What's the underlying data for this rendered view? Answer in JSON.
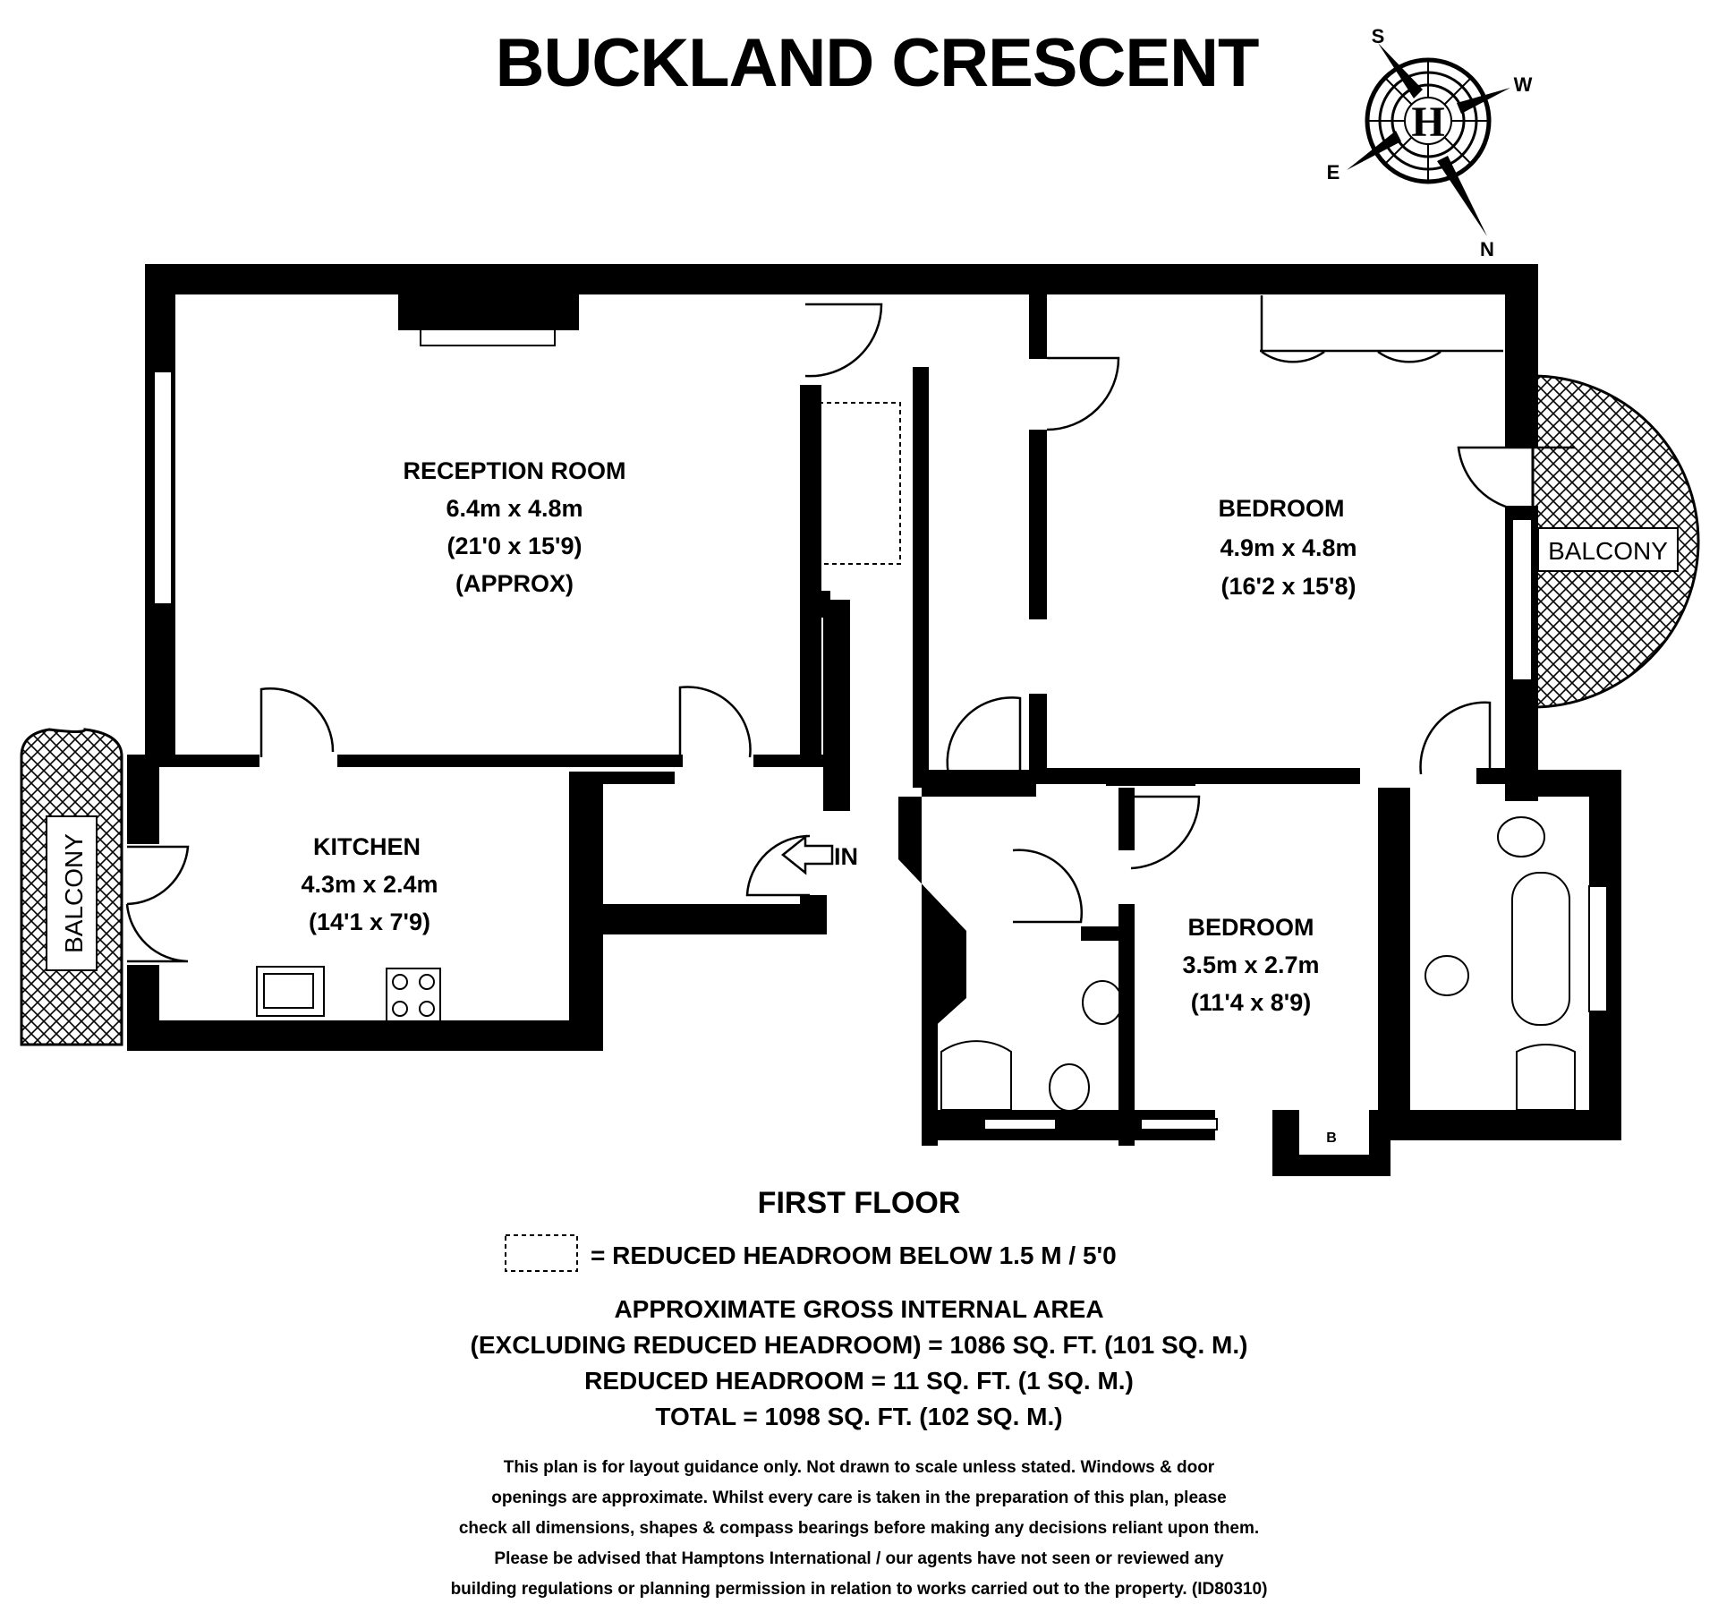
{
  "title": "BUCKLAND CRESCENT",
  "compass": {
    "s": "S",
    "w": "W",
    "e": "E",
    "n": "N",
    "logo": "H"
  },
  "rooms": {
    "reception": {
      "name": "RECEPTION ROOM",
      "metric": "6.4m x 4.8m",
      "imperial": "(21'0 x 15'9)",
      "note": "(APPROX)"
    },
    "bedroom1": {
      "name": "BEDROOM",
      "metric": "4.9m x 4.8m",
      "imperial": "(16'2 x 15'8)"
    },
    "kitchen": {
      "name": "KITCHEN",
      "metric": "4.3m x 2.4m",
      "imperial": "(14'1 x 7'9)"
    },
    "bedroom2": {
      "name": "BEDROOM",
      "metric": "3.5m x 2.7m",
      "imperial": "(11'4 x 8'9)"
    }
  },
  "balcony_right": "BALCONY",
  "balcony_left": "BALCONY",
  "entrance": "IN",
  "boiler": "B",
  "floor_label": "FIRST FLOOR",
  "legend": "=  REDUCED HEADROOM BELOW 1.5 M / 5'0",
  "area": {
    "line1": "APPROXIMATE GROSS INTERNAL AREA",
    "line2": "(EXCLUDING REDUCED HEADROOM) = 1086 SQ. FT. (101 SQ. M.)",
    "line3": "REDUCED HEADROOM = 11 SQ. FT. (1 SQ. M.)",
    "line4": "TOTAL = 1098 SQ. FT. (102 SQ. M.)"
  },
  "disclaimer": [
    "This plan is for layout guidance only. Not drawn to scale unless stated. Windows & door",
    "openings are approximate. Whilst every care is taken in the preparation of this plan, please",
    "check all dimensions, shapes & compass bearings before making any decisions reliant upon them.",
    "Please be advised that Hamptons International / our agents have not seen or reviewed any",
    "building regulations or planning permission in relation to works carried out to the property. (ID80310)"
  ]
}
